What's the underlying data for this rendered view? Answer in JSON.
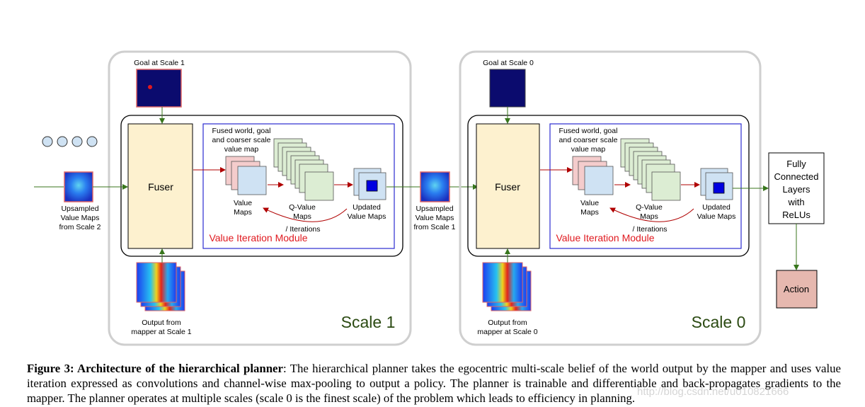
{
  "diagram": {
    "scale1": {
      "goal_label": "Goal at Scale 1",
      "fuser_label": "Fuser",
      "fused_label_lines": [
        "Fused world, goal",
        "and coarser scale",
        "value map"
      ],
      "value_maps_lines": [
        "Value",
        "Maps"
      ],
      "q_value_lines": [
        "Q-Value",
        "Maps"
      ],
      "updated_lines": [
        "Updated",
        "Value Maps"
      ],
      "iterations_label": "/ Iterations",
      "module_label": "Value Iteration Module",
      "mapper_output_lines": [
        "Output from",
        "mapper at Scale 1"
      ],
      "scale_label": "Scale 1"
    },
    "scale0": {
      "goal_label": "Goal at Scale 0",
      "fuser_label": "Fuser",
      "fused_label_lines": [
        "Fused world, goal",
        "and coarser scale",
        "value map"
      ],
      "value_maps_lines": [
        "Value",
        "Maps"
      ],
      "q_value_lines": [
        "Q-Value",
        "Maps"
      ],
      "updated_lines": [
        "Updated",
        "Value Maps"
      ],
      "iterations_label": "/ Iterations",
      "module_label": "Value Iteration Module",
      "mapper_output_lines": [
        "Output from",
        "mapper at Scale 0"
      ],
      "scale_label": "Scale 0"
    },
    "upsampled_scale2_lines": [
      "Upsampled",
      "Value Maps",
      "from Scale 2"
    ],
    "upsampled_scale1_lines": [
      "Upsampled",
      "Value Maps",
      "from Scale 1"
    ],
    "fc_lines": [
      "Fully",
      "Connected",
      "Layers",
      "with",
      "ReLUs"
    ],
    "action_label": "Action",
    "colors": {
      "fuser_fill": "#fdf1cf",
      "module_border": "#2b2bd0",
      "red_text": "#e0191f",
      "q_value_fill": "#dcedd3",
      "value_map_fill": "#cfe2f3",
      "pink_fill": "#f4cccc",
      "action_fill": "#e6b8af",
      "arrow_green": "#38761d",
      "arrow_red": "#b00000",
      "goal_fill": "#0b0b6e"
    }
  },
  "caption": {
    "label": "Figure 3: Architecture of the hierarchical planner",
    "text": ": The hierarchical planner takes the egocentric multi-scale belief of the world output by the mapper and uses value iteration expressed as convolutions and channel-wise max-pooling to output a policy. The planner is trainable and differentiable and back-propagates gradients to the mapper. The planner operates at multiple scales (scale 0 is the finest scale) of the problem which leads to efficiency in planning."
  },
  "watermark": "http://blog.csdn.net/u010821666"
}
